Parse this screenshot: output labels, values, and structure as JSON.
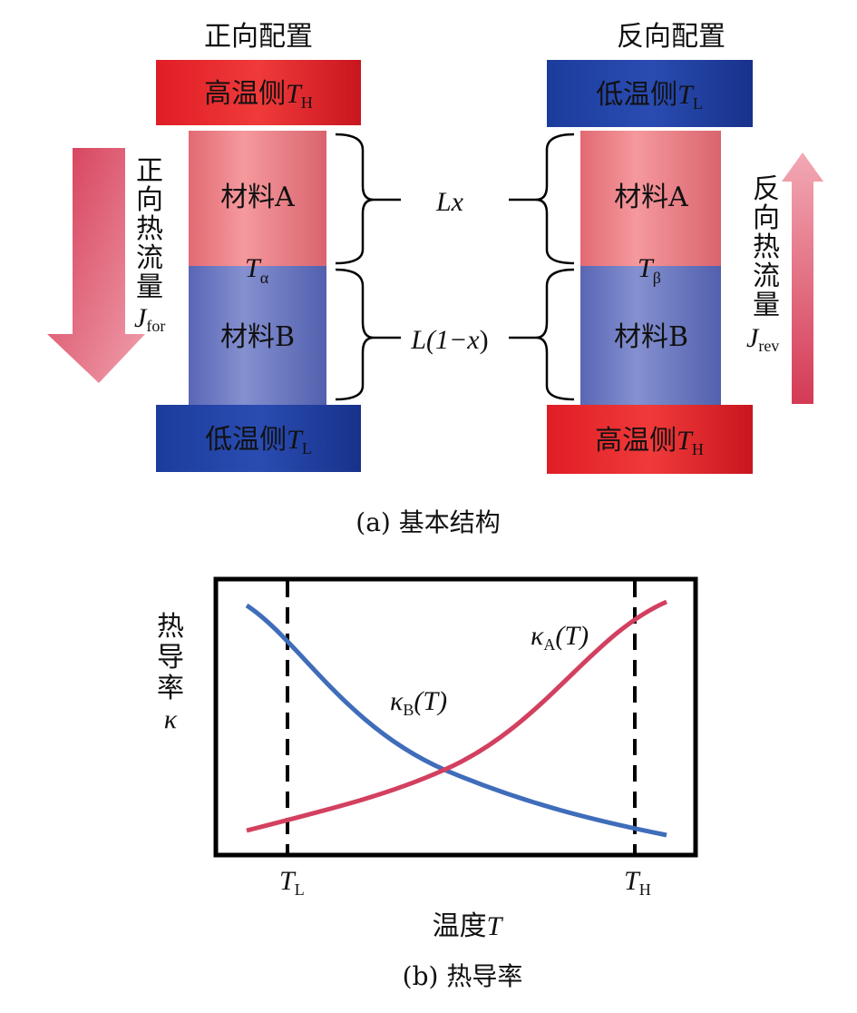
{
  "panel_a": {
    "forward": {
      "title": "正向配置",
      "top_block": {
        "label": "高温侧",
        "var": "T",
        "sub": "H"
      },
      "material_a": "材料A",
      "material_b": "材料B",
      "interface": {
        "var": "T",
        "sub": "α"
      },
      "bottom_block": {
        "label": "低温侧",
        "var": "T",
        "sub": "L"
      },
      "flux": {
        "chars": [
          "正",
          "向",
          "热",
          "流",
          "量"
        ],
        "var": "J",
        "sub": "for"
      }
    },
    "reverse": {
      "title": "反向配置",
      "top_block": {
        "label": "低温侧",
        "var": "T",
        "sub": "L"
      },
      "material_a": "材料A",
      "material_b": "材料B",
      "interface": {
        "var": "T",
        "sub": "β"
      },
      "bottom_block": {
        "label": "高温侧",
        "var": "T",
        "sub": "H"
      },
      "flux": {
        "chars": [
          "反",
          "向",
          "热",
          "流",
          "量"
        ],
        "var": "J",
        "sub": "rev"
      }
    },
    "length_a": "Lx",
    "length_b_pre": "L(1−",
    "length_b_var": "x",
    "length_b_post": ")",
    "caption": "(a) 基本结构",
    "colors": {
      "hot": "#e8232b",
      "cold": "#1f3fa0",
      "mat_a": "#f08a8f",
      "mat_b": "#6b78c4"
    }
  },
  "panel_b": {
    "ylabel_chars": [
      "热",
      "导",
      "率"
    ],
    "ylabel_symbol": "κ",
    "xlabel": "温度",
    "xlabel_var": "T",
    "tick_low": {
      "var": "T",
      "sub": "L"
    },
    "tick_high": {
      "var": "T",
      "sub": "H"
    },
    "curve_a_label": {
      "sym": "κ",
      "sub": "A",
      "arg": "(T)"
    },
    "curve_b_label": {
      "sym": "κ",
      "sub": "B",
      "arg": "(T)"
    },
    "caption": "(b) 热导率",
    "colors": {
      "curve_a": "#d3405f",
      "curve_b": "#3f6dba"
    }
  }
}
